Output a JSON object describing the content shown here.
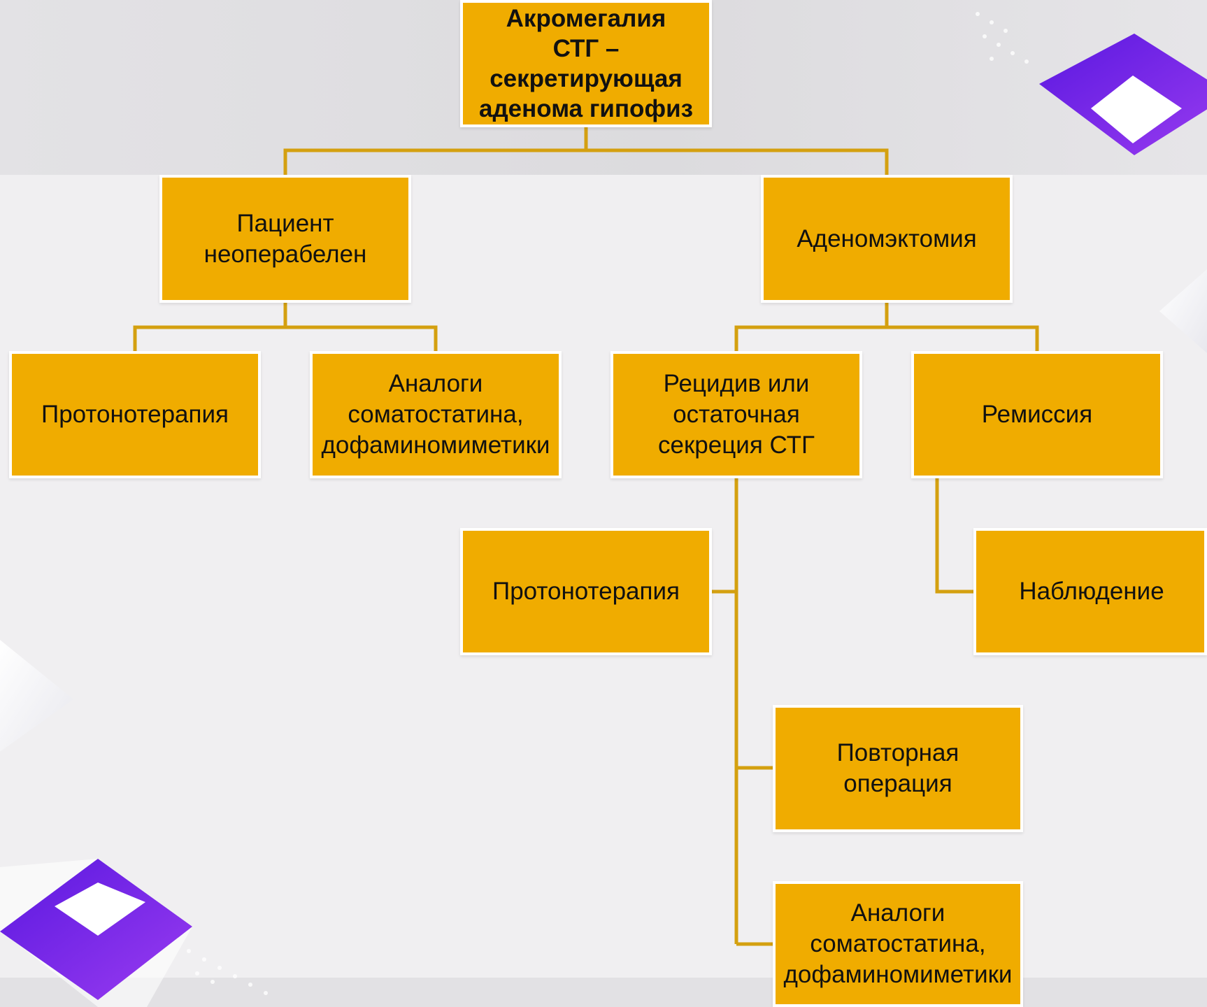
{
  "diagram": {
    "colors": {
      "box_fill": "#f0ac00",
      "box_border": "#ffffff",
      "connector": "#d4a010",
      "accent_purple": "#7b2ff2",
      "background": "#f0eff1"
    },
    "nodes": {
      "root": "Акромегалия\nСТГ –\nсекретирующая\nаденома гипофиз",
      "inoperable": "Пациент\nнеоперабелен",
      "adenomectomy": "Аденомэктомия",
      "proton_left": "Протонотерапия",
      "analogs_left": "Аналоги\nсоматостатина,\nдофаминомиметики",
      "relapse": "Рецидив или\nостаточная\nсекреция СТГ",
      "remission": "Ремиссия",
      "proton_center": "Протонотерапия",
      "observation": "Наблюдение",
      "reoperation": "Повторная\nоперация",
      "analogs_bottom": "Аналоги\nсоматостатина,\nдофаминомиметики"
    },
    "edges": [
      [
        "root",
        "inoperable"
      ],
      [
        "root",
        "adenomectomy"
      ],
      [
        "inoperable",
        "proton_left"
      ],
      [
        "inoperable",
        "analogs_left"
      ],
      [
        "adenomectomy",
        "relapse"
      ],
      [
        "adenomectomy",
        "remission"
      ],
      [
        "relapse",
        "proton_center"
      ],
      [
        "relapse",
        "reoperation"
      ],
      [
        "relapse",
        "analogs_bottom"
      ],
      [
        "remission",
        "observation"
      ]
    ]
  }
}
